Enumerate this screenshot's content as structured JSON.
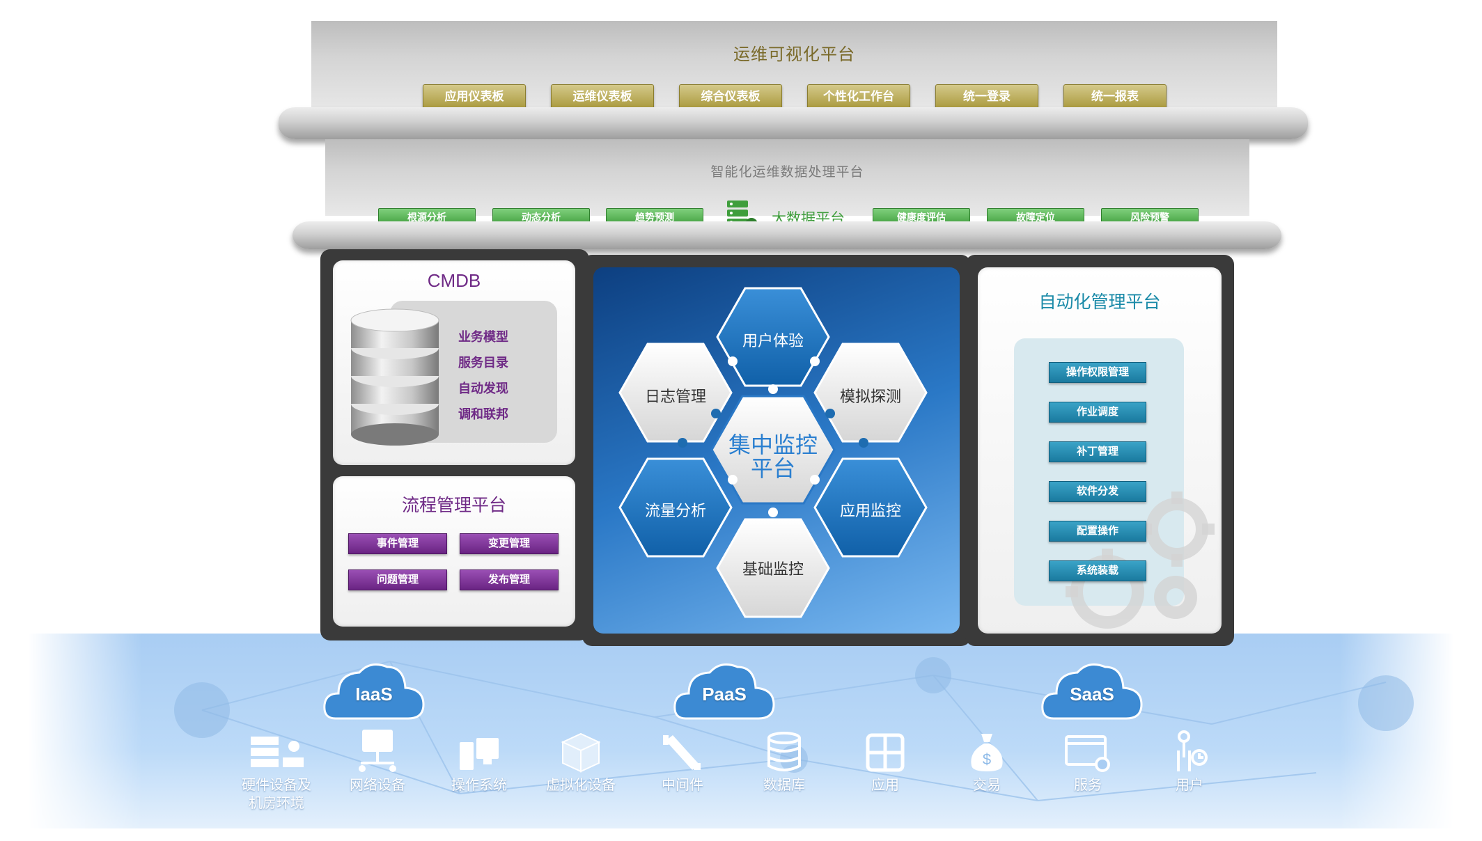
{
  "top_platform": {
    "title": "运维可视化平台",
    "items": [
      "应用仪表板",
      "运维仪表板",
      "综合仪表板",
      "个性化工作台",
      "统一登录",
      "统一报表"
    ]
  },
  "data_platform": {
    "title": "智能化运维数据处理平台",
    "center_label": "大数据平台",
    "items_left": [
      "根源分析",
      "动态分析",
      "趋势预测"
    ],
    "items_right": [
      "健康度评估",
      "故障定位",
      "风险预警"
    ]
  },
  "cmdb": {
    "title": "CMDB",
    "items": [
      "业务模型",
      "服务目录",
      "自动发现",
      "调和联邦"
    ]
  },
  "process_platform": {
    "title": "流程管理平台",
    "items": [
      "事件管理",
      "变更管理",
      "问题管理",
      "发布管理"
    ]
  },
  "monitor_platform": {
    "center": [
      "集中监控",
      "平台"
    ],
    "hexes": {
      "top": "用户体验",
      "upper_left": "日志管理",
      "upper_right": "模拟探测",
      "lower_left": "流量分析",
      "lower_right": "应用监控",
      "bottom": "基础监控"
    }
  },
  "automation_platform": {
    "title": "自动化管理平台",
    "items": [
      "操作权限管理",
      "作业调度",
      "补丁管理",
      "软件分发",
      "配置操作",
      "系统装载"
    ]
  },
  "clouds": [
    "IaaS",
    "PaaS",
    "SaaS"
  ],
  "resources": [
    {
      "label": [
        "硬件设备及",
        "机房环境"
      ],
      "icon": "server-rack-icon"
    },
    {
      "label": [
        "网络设备"
      ],
      "icon": "network-device-icon"
    },
    {
      "label": [
        "操作系统"
      ],
      "icon": "operating-system-icon"
    },
    {
      "label": [
        "虚拟化设备"
      ],
      "icon": "virtual-device-icon"
    },
    {
      "label": [
        "中间件"
      ],
      "icon": "middleware-icon"
    },
    {
      "label": [
        "数据库"
      ],
      "icon": "database-icon"
    },
    {
      "label": [
        "应用"
      ],
      "icon": "application-icon"
    },
    {
      "label": [
        "交易"
      ],
      "icon": "money-bag-icon"
    },
    {
      "label": [
        "服务"
      ],
      "icon": "service-icon"
    },
    {
      "label": [
        "用户"
      ],
      "icon": "user-icon"
    }
  ],
  "colors": {
    "gold": "#a9993c",
    "green": "#3f9e3c",
    "purple": "#6a2483",
    "teal": "#1a7a9f",
    "blue": "#1e6cb0"
  }
}
